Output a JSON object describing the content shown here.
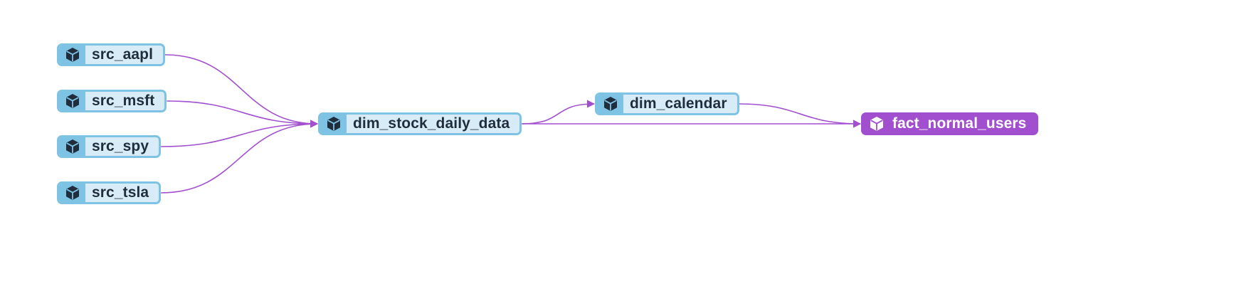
{
  "colors": {
    "node_fill": "#d8ecf7",
    "node_border": "#7ec3e3",
    "node_text": "#1f2d3d",
    "icon_dark": "#1f2d3d",
    "selected_fill": "#a24fcf",
    "selected_text": "#ffffff",
    "edge": "#a24fcf"
  },
  "nodes": [
    {
      "id": "src_aapl",
      "label": "src_aapl",
      "icon": "cube-icon"
    },
    {
      "id": "src_msft",
      "label": "src_msft",
      "icon": "cube-icon"
    },
    {
      "id": "src_spy",
      "label": "src_spy",
      "icon": "cube-icon"
    },
    {
      "id": "src_tsla",
      "label": "src_tsla",
      "icon": "cube-icon"
    },
    {
      "id": "dim_stock_daily_data",
      "label": "dim_stock_daily_data",
      "icon": "cube-icon"
    },
    {
      "id": "dim_calendar",
      "label": "dim_calendar",
      "icon": "cube-icon"
    },
    {
      "id": "fact_normal_users",
      "label": "fact_normal_users",
      "icon": "cube-icon",
      "selected": true
    }
  ],
  "edges": [
    {
      "from": "src_aapl",
      "to": "dim_stock_daily_data"
    },
    {
      "from": "src_msft",
      "to": "dim_stock_daily_data"
    },
    {
      "from": "src_spy",
      "to": "dim_stock_daily_data"
    },
    {
      "from": "src_tsla",
      "to": "dim_stock_daily_data"
    },
    {
      "from": "dim_stock_daily_data",
      "to": "dim_calendar"
    },
    {
      "from": "dim_stock_daily_data",
      "to": "fact_normal_users"
    },
    {
      "from": "dim_calendar",
      "to": "fact_normal_users"
    }
  ]
}
